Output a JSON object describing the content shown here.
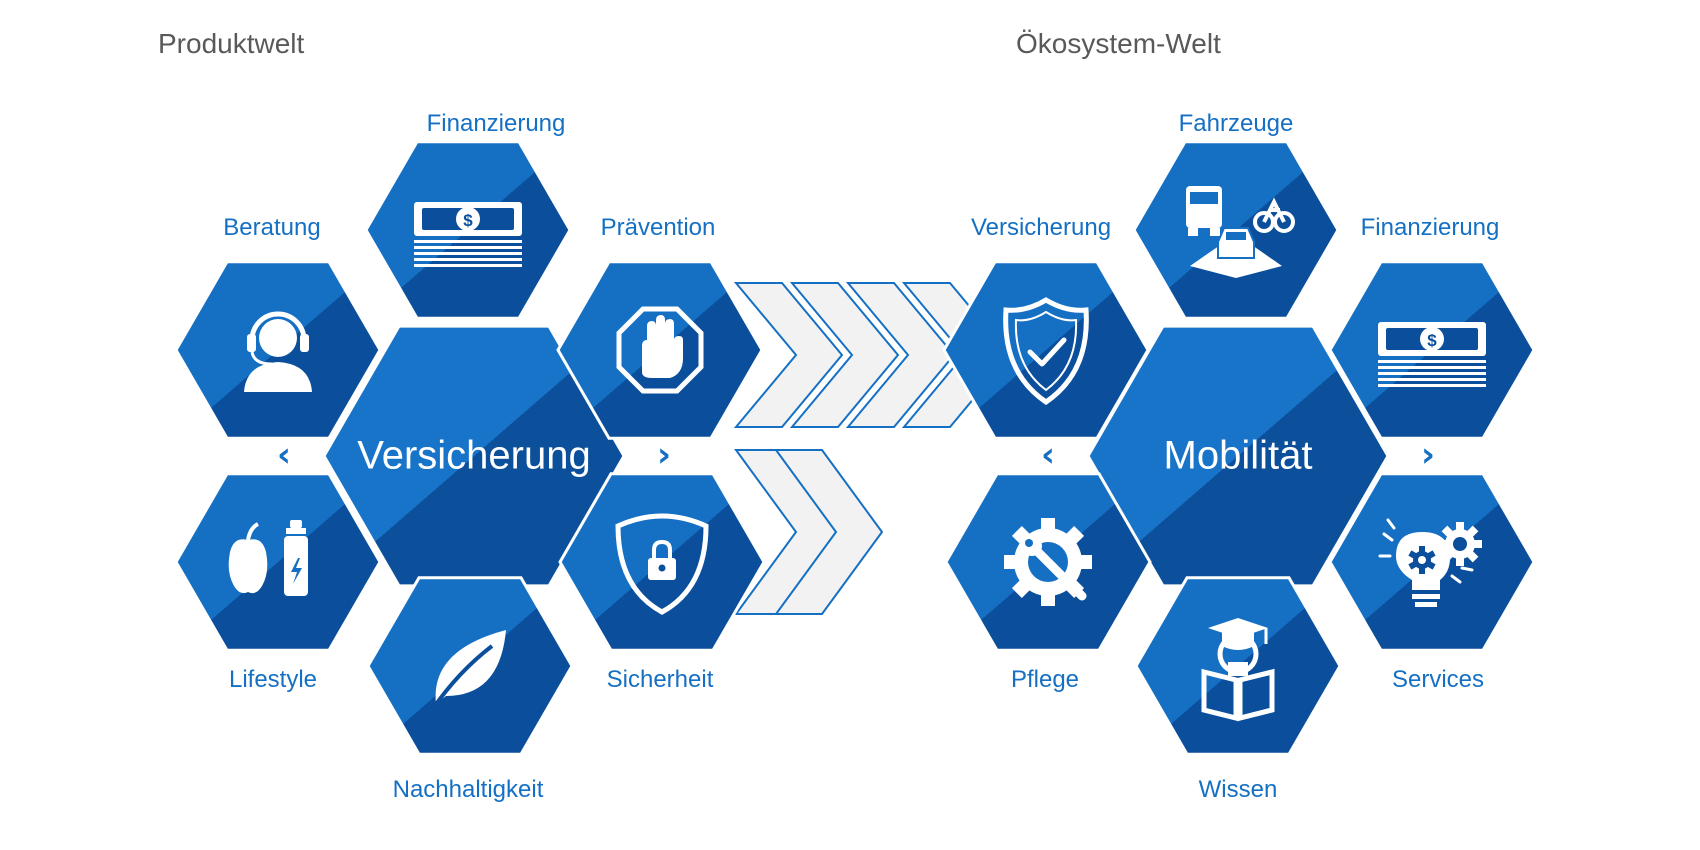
{
  "colors": {
    "hex_light": "#1570c4",
    "hex_dark": "#0b4f9c",
    "center_light": "#1874c9",
    "center_dark": "#0c4f9a",
    "label_text": "#1570c4",
    "title_text": "#595959",
    "arrow_fill": "#f2f2f2",
    "arrow_stroke": "#1570c4"
  },
  "left": {
    "title": "Produktwelt",
    "center": "Versicherung",
    "segments": [
      {
        "label": "Finanzierung",
        "icon": "money-stack-icon"
      },
      {
        "label": "Beratung",
        "icon": "headset-agent-icon"
      },
      {
        "label": "Prävention",
        "icon": "stop-hand-icon"
      },
      {
        "label": "Lifestyle",
        "icon": "apple-bottle-icon"
      },
      {
        "label": "Sicherheit",
        "icon": "lock-shield-icon"
      },
      {
        "label": "Nachhaltigkeit",
        "icon": "leaf-icon"
      }
    ]
  },
  "right": {
    "title": "Ökosystem-Welt",
    "center": "Mobilität",
    "segments": [
      {
        "label": "Fahrzeuge",
        "icon": "vehicles-icon"
      },
      {
        "label": "Versicherung",
        "icon": "check-shield-icon"
      },
      {
        "label": "Finanzierung",
        "icon": "money-stack-icon"
      },
      {
        "label": "Pflege",
        "icon": "gear-wrench-icon"
      },
      {
        "label": "Services",
        "icon": "lightbulb-gears-icon"
      },
      {
        "label": "Wissen",
        "icon": "graduate-reader-icon"
      }
    ]
  }
}
